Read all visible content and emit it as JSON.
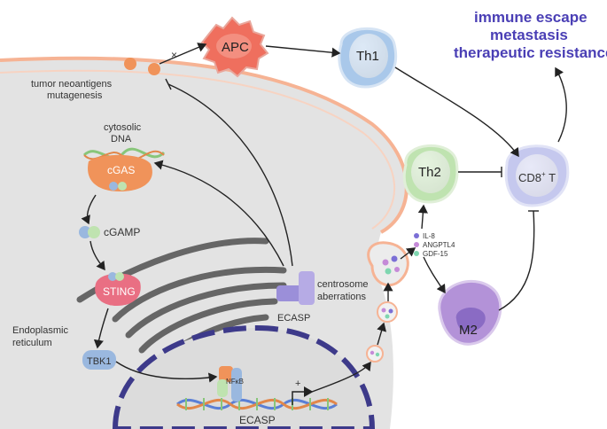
{
  "outcomes": {
    "line1": "immune escape",
    "line2": "metastasis",
    "line3": "therapeutic resistance"
  },
  "cells": {
    "apc": "APC",
    "th1": "Th1",
    "th2": "Th2",
    "cd8": "CD8",
    "cd8_sup": "+",
    "cd8_suffix": " T",
    "m2": "M2"
  },
  "labels": {
    "tumor_neoantigens_line1": "tumor neoantigens",
    "tumor_neoantigens_line2": "mutagenesis",
    "cytosolic_dna_line1": "cytosolic",
    "cytosolic_dna_line2": "DNA",
    "cgas": "cGAS",
    "cgamp": "cGAMP",
    "sting": "STING",
    "tbk1": "TBK1",
    "er_line1": "Endoplasmic",
    "er_line2": "reticulum",
    "centrosome_line1": "centrosome",
    "centrosome_line2": "aberrations",
    "ecasp_protein": "ECASP",
    "ecasp_gene": "ECASP",
    "nfkb": "NFκB",
    "plus": "+",
    "x_mark": "×"
  },
  "cytokines": [
    {
      "name": "IL-8",
      "color": "#7b6fd6"
    },
    {
      "name": "ANGPTL4",
      "color": "#c58ad8"
    },
    {
      "name": "GDF-15",
      "color": "#7fd6b0"
    }
  ],
  "colors": {
    "title": "#4a3fb5",
    "membrane": "#f6b394",
    "apc": "#ef6f5e",
    "th1": "#a9c8ea",
    "th2": "#bfe3b0",
    "cd8": "#c5c8ee",
    "m2": "#b392d8",
    "cgas": "#f0935a",
    "sting": "#e96f83",
    "tbk1": "#9ab8df",
    "nucleus": "#3d3a8a",
    "ecasp": "#9b8fd9"
  }
}
